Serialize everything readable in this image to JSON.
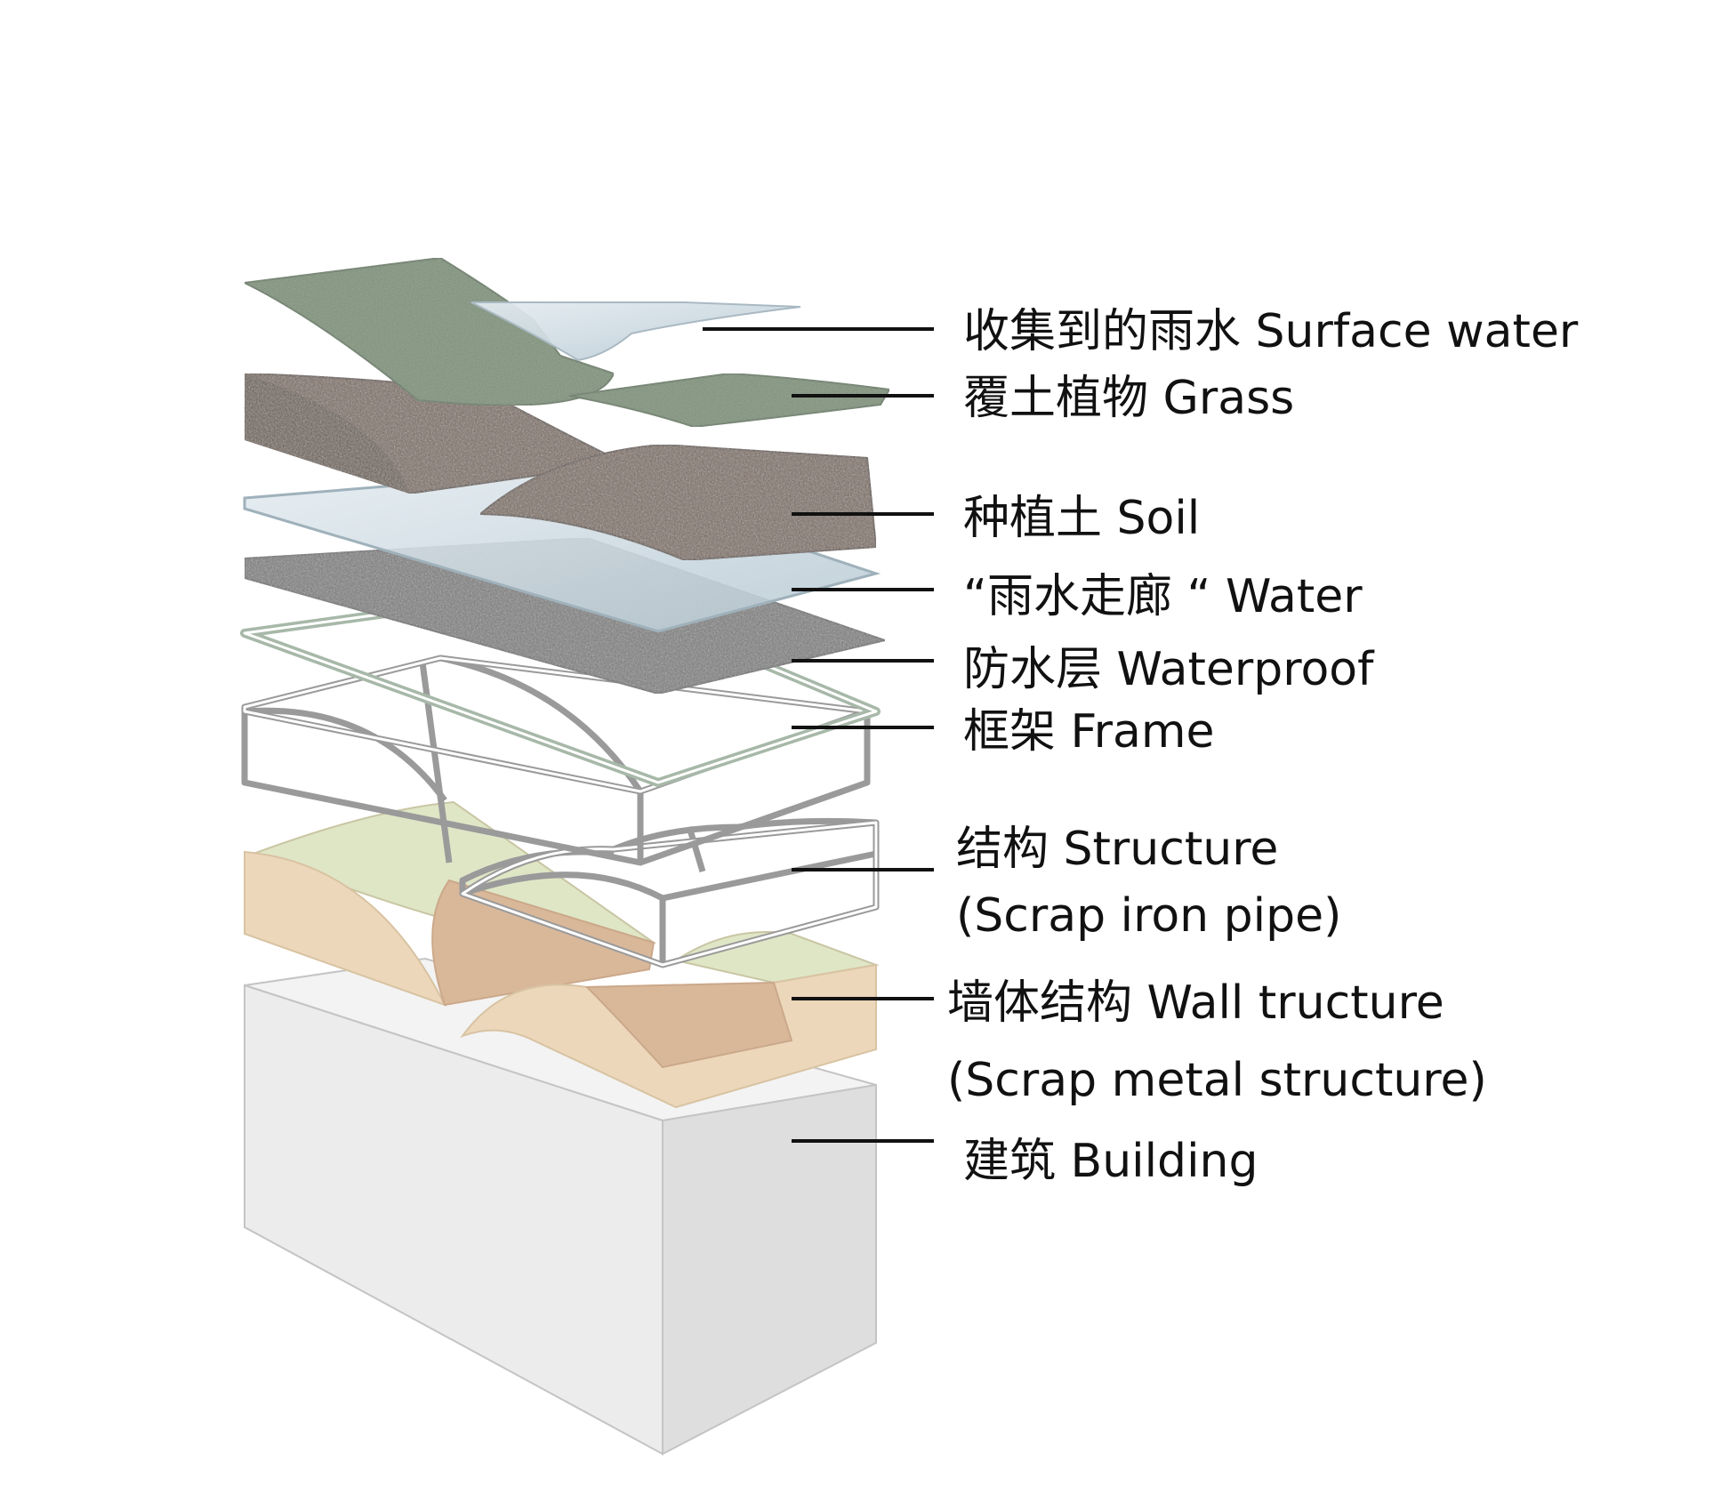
{
  "layers": [
    {
      "id": "surface-water",
      "label": "收集到的雨水 Surface water"
    },
    {
      "id": "grass",
      "label": "覆土植物 Grass"
    },
    {
      "id": "soil",
      "label": "种植土 Soil"
    },
    {
      "id": "water",
      "label": "“雨水走廊 “ Water"
    },
    {
      "id": "waterproof",
      "label": "防水层 Waterproof"
    },
    {
      "id": "frame",
      "label": "框架 Frame"
    },
    {
      "id": "structure",
      "label": "结构 Structure",
      "sublabel": "(Scrap iron pipe)"
    },
    {
      "id": "wall-structure",
      "label": "墙体结构 Wall tructure",
      "sublabel": "(Scrap metal structure)"
    },
    {
      "id": "building",
      "label": "建筑 Building"
    }
  ],
  "colors": {
    "grass": "#7d9278",
    "soil": "#7b6a5e",
    "water": "#c9d7df",
    "waterproof": "#7c7c7c",
    "frame": "#a7b8a8",
    "pipe": "#9a9a9a",
    "wall_tan": "#ecd7bb",
    "wall_green": "#dfe6c6",
    "wall_brown": "#d9b89a",
    "building": "#ececec"
  }
}
